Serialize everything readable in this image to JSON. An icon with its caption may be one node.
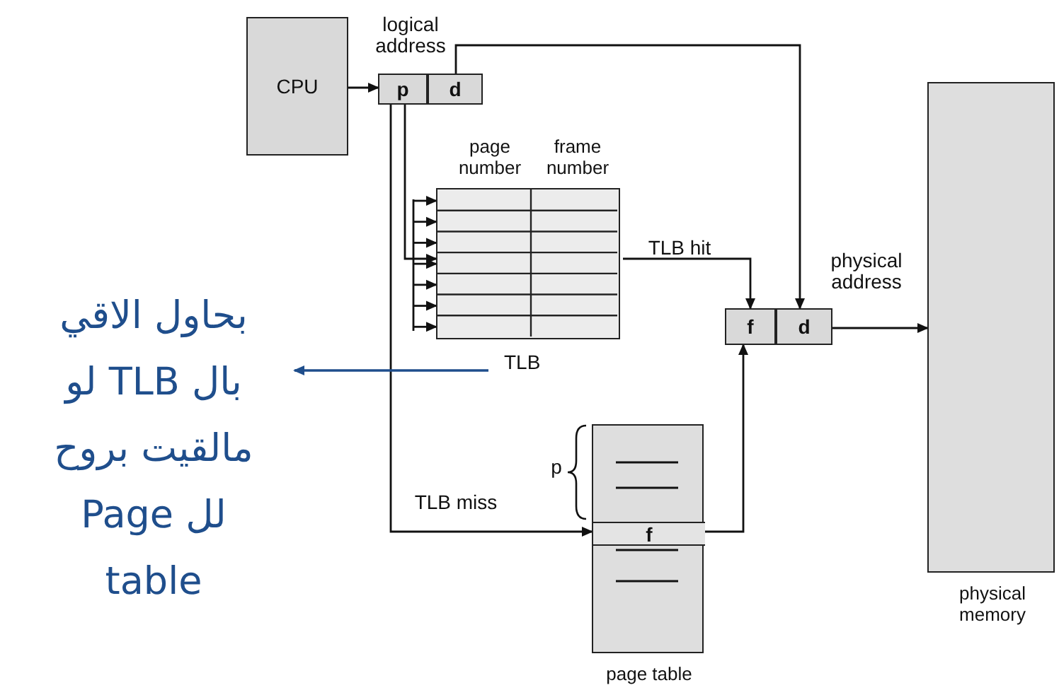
{
  "diagram": {
    "nodes": [
      {
        "text": [
          "CPU"
        ]
      },
      {
        "text": [
          "p"
        ]
      },
      {
        "text": [
          "d"
        ]
      },
      {
        "text": [
          "page number",
          "frame number"
        ],
        "beside": [
          "TLB"
        ]
      },
      {
        "text": [
          "f"
        ]
      },
      {
        "text": [
          "d"
        ]
      },
      {
        "text": [],
        "beside": [
          "page table"
        ],
        "shape": "box"
      },
      {
        "text": [
          "f"
        ],
        "in": 6
      },
      {
        "text": [],
        "beside": [
          "physical memory"
        ],
        "shape": "box"
      },
      {
        "text": [
          "بحاول الاقي بال TLB لو مالقيت بروح لل Page table"
        ]
      }
    ],
    "edges": [
      {
        "from": 0,
        "to": 1,
        "arrow": "to"
      },
      {
        "from": 2,
        "to": 5,
        "arrow": "to"
      },
      {
        "from": 1,
        "to": 3,
        "arrow": "to"
      },
      {
        "from": 3,
        "to": 4,
        "arrow": "to",
        "label": "TLB hit"
      },
      {
        "from": 1,
        "to": 7,
        "arrow": "to",
        "label": "TLB miss"
      },
      {
        "from": 7,
        "to": 4,
        "arrow": "to"
      },
      {
        "from": 5,
        "to": 8,
        "arrow": "to"
      },
      {
        "from": 3,
        "to": 9,
        "arrow": "to",
        "color": "#1f4e8c"
      }
    ],
    "labels": [
      "logical address",
      "physical address",
      "p"
    ]
  }
}
